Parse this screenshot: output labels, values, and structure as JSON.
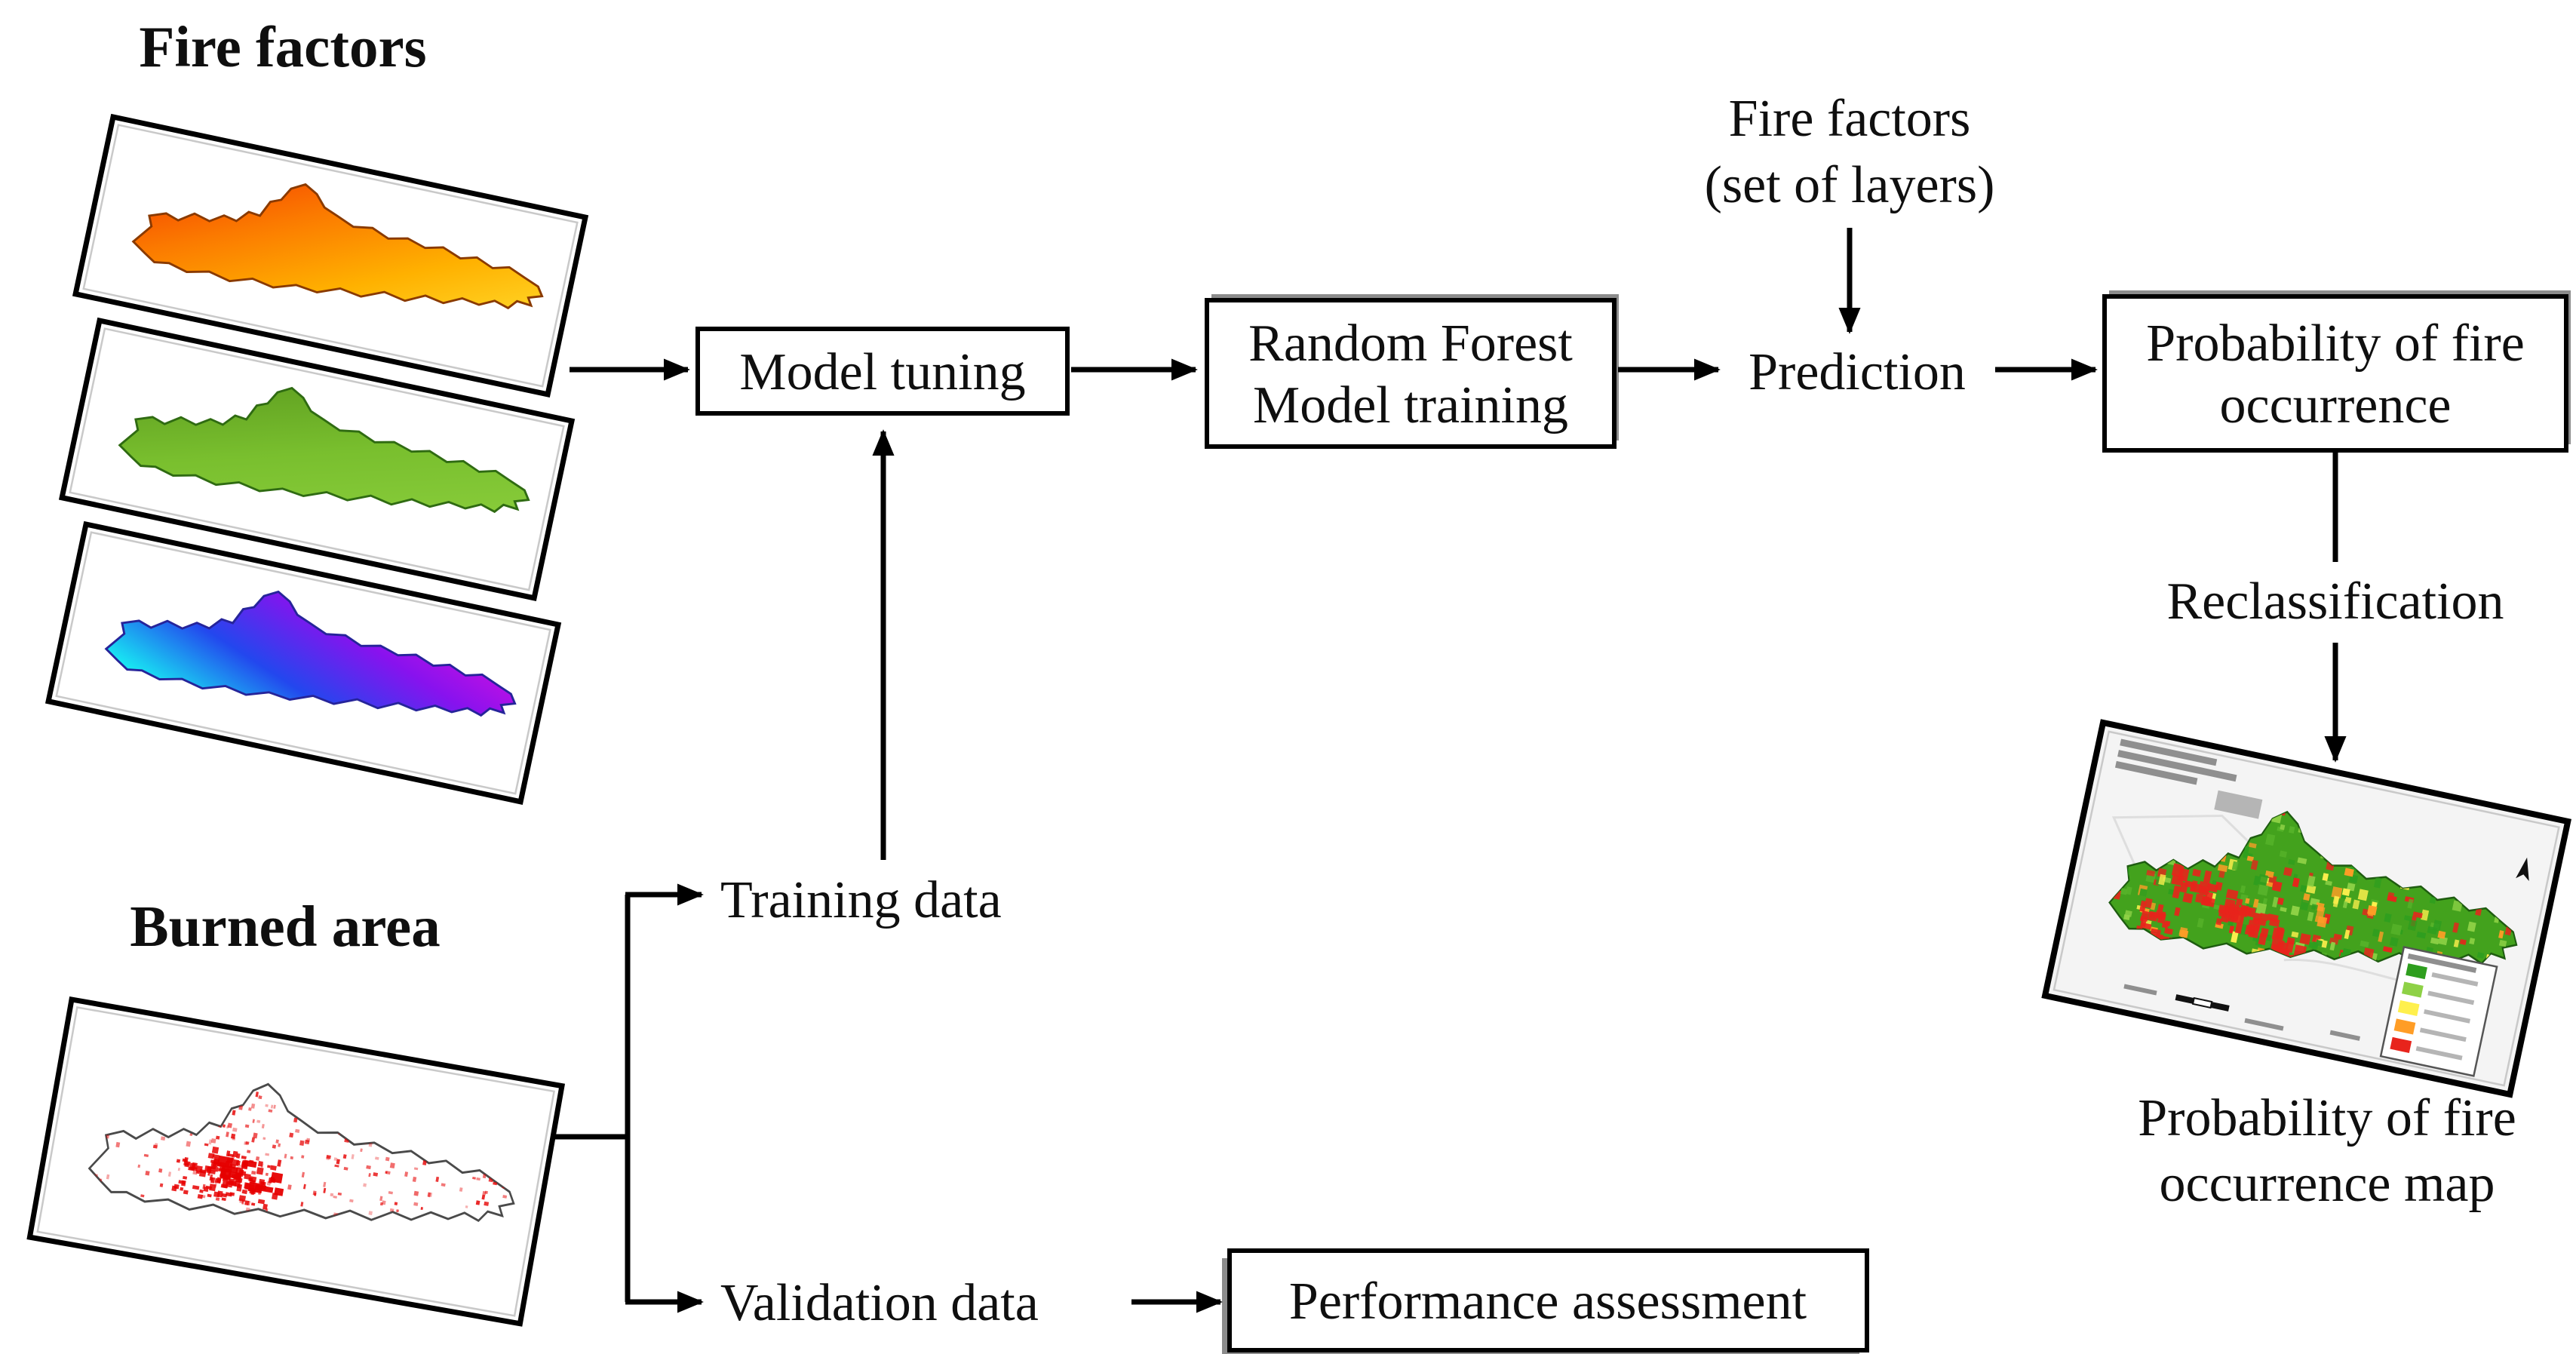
{
  "labels": {
    "fire_factors_stack_title": "Fire factors",
    "burned_area_title": "Burned area",
    "model_tuning": "Model tuning",
    "random_forest": [
      "Random Forest",
      "Model training"
    ],
    "fire_factors_input": [
      "Fire factors",
      "(set of layers)"
    ],
    "prediction": "Prediction",
    "probability_box": [
      "Probability of fire",
      "occurrence"
    ],
    "reclassification": "Reclassification",
    "training_data": "Training data",
    "validation_data": "Validation data",
    "performance_assessment": "Performance assessment",
    "probability_map_caption": [
      "Probability of fire",
      "occurrence map"
    ]
  },
  "palette": {
    "arrow_color": "#000000",
    "box_border": "#000000",
    "box_shadow": "#8c8c8c",
    "layer1_gradient": [
      "#f43c00",
      "#fb7a00",
      "#ffb100",
      "#ffd92a"
    ],
    "layer2_gradient": [
      "#56941c",
      "#79bf2e",
      "#8ed13f"
    ],
    "layer3_gradient": [
      "#18e4f2",
      "#2347ee",
      "#8812ee",
      "#d60fe0"
    ],
    "burned_speckle": "#e60000",
    "probability_base": "#43a21d",
    "probability_classes": [
      "#2e9e1e",
      "#8ed146",
      "#fff04d",
      "#ff9d26",
      "#e8241c"
    ]
  }
}
